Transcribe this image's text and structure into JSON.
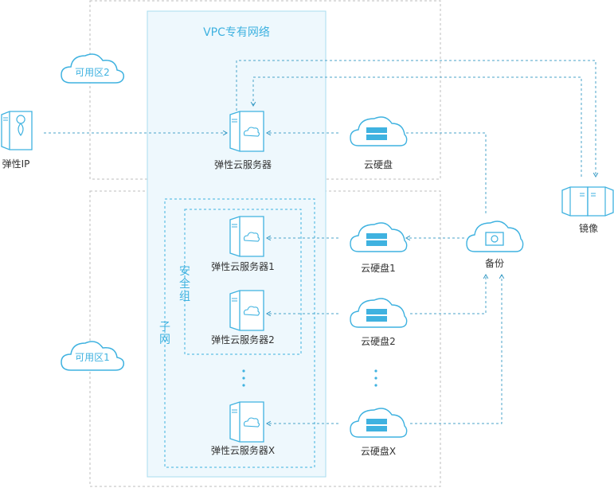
{
  "vpc": {
    "title": "VPC专有网络"
  },
  "zones": {
    "zone2": "可用区2",
    "zone1": "可用区1"
  },
  "subnet": {
    "label_chars": [
      "子",
      "网"
    ]
  },
  "security_group": {
    "label_chars": [
      "安",
      "全",
      "组"
    ]
  },
  "elastic_ip": {
    "label": "弹性IP"
  },
  "zone2_items": {
    "server": "弹性云服务器",
    "disk": "云硬盘"
  },
  "zone1_items": {
    "servers": [
      "弹性云服务器1",
      "弹性云服务器2",
      "弹性云服务器X"
    ],
    "disks": [
      "云硬盘1",
      "云硬盘2",
      "云硬盘X"
    ]
  },
  "backup": {
    "label": "备份"
  },
  "image": {
    "label": "镜像"
  },
  "colors": {
    "accent": "#3fb2e0",
    "line": "#4aa3c9",
    "border": "#c8c8c8",
    "vpc_fill": "#eef8fd"
  }
}
